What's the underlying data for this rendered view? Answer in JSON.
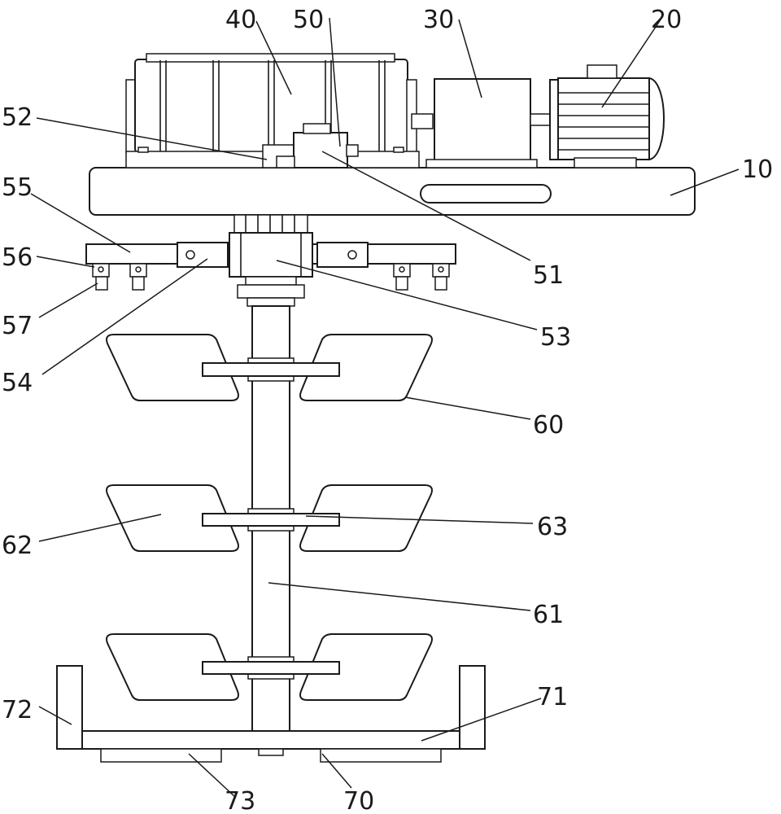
{
  "figure": {
    "labels": {
      "l10": "10",
      "l20": "20",
      "l30": "30",
      "l40": "40",
      "l50": "50",
      "l51": "51",
      "l52": "52",
      "l53": "53",
      "l54": "54",
      "l55": "55",
      "l56": "56",
      "l57": "57",
      "l60": "60",
      "l61": "61",
      "l62": "62",
      "l63": "63",
      "l70": "70",
      "l71": "71",
      "l72": "72",
      "l73": "73"
    }
  }
}
